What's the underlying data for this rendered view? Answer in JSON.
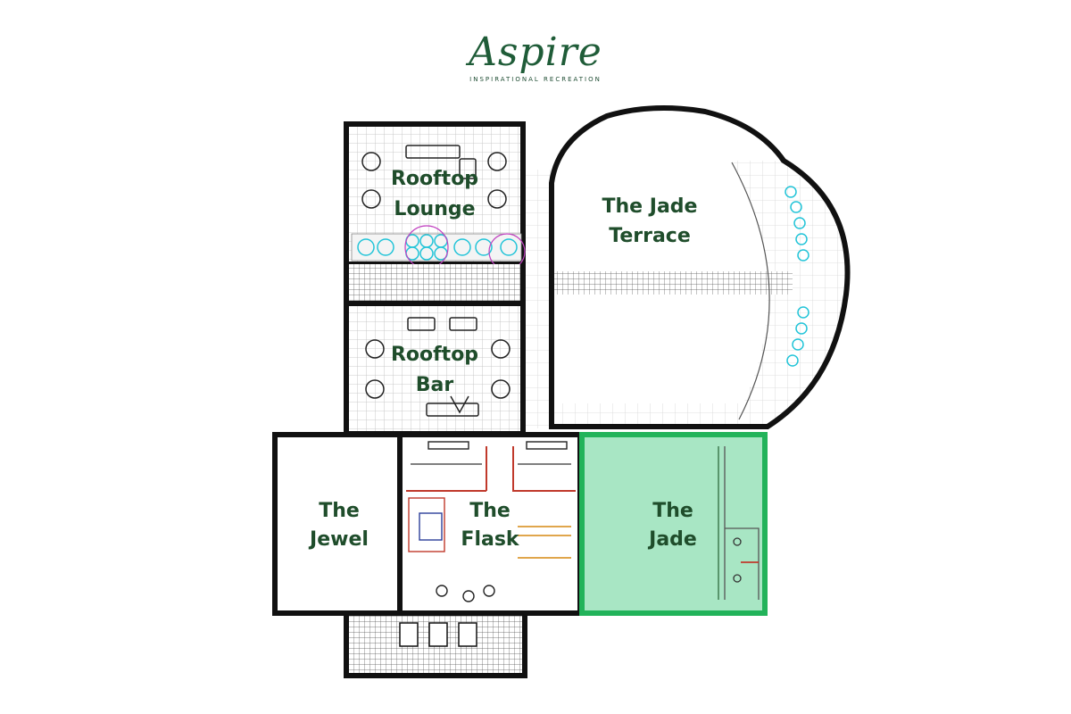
{
  "logo": {
    "name": "Aspire",
    "tagline": "INSPIRATIONAL RECREATION"
  },
  "colors": {
    "brand_green": "#1f5c38",
    "label_green": "#1f4d2b",
    "wall": "#111111",
    "highlight_fill": "#a8e6c4",
    "highlight_stroke": "#22b35a",
    "fixture_red": "#c0392b",
    "fixture_cyan": "#22c4d8",
    "fixture_magenta": "#c040c0"
  },
  "rooms": {
    "rooftop_lounge": {
      "line1": "Rooftop",
      "line2": "Lounge"
    },
    "rooftop_bar": {
      "line1": "Rooftop",
      "line2": "Bar"
    },
    "jade_terrace": {
      "line1": "The Jade",
      "line2": "Terrace"
    },
    "jewel": {
      "line1": "The",
      "line2": "Jewel"
    },
    "flask": {
      "line1": "The",
      "line2": "Flask"
    },
    "jade": {
      "line1": "The",
      "line2": "Jade",
      "highlighted": true
    }
  }
}
